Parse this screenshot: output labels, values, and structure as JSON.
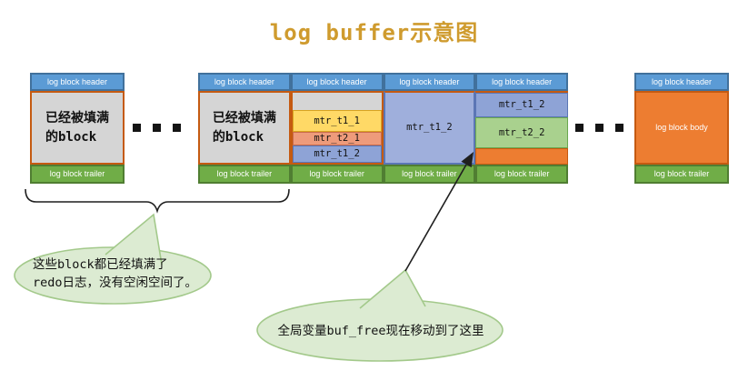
{
  "title": {
    "text": "log buffer示意图"
  },
  "labels": {
    "log_block_header": "log block header",
    "log_block_trailer": "log block trailer",
    "log_block_body": "log block body",
    "filled_block_line1": "已经被填满",
    "filled_block_line2": "的block",
    "mtr_t1_1": "mtr_t1_1",
    "mtr_t2_1": "mtr_t2_1",
    "mtr_t1_2": "mtr_t1_2",
    "mtr_t2_2": "mtr_t2_2"
  },
  "callouts": {
    "filled_note_line1": "这些block都已经填满了",
    "filled_note_line2": "redo日志，没有空闲空间了。",
    "buf_free_note": "全局变量buf_free现在移动到了这里"
  },
  "colors": {
    "title_color": "#CF9B2E",
    "header_fill": "#5B9BD5",
    "header_border": "#41719C",
    "trailer_fill": "#70AD47",
    "trailer_border": "#507E32",
    "filled_fill": "#D5D5D5",
    "filled_border": "#C55A11",
    "mtr_t1_1_fill": "#FFD966",
    "mtr_t1_1_border": "#D8A420",
    "mtr_t2_1_fill": "#EE9B7B",
    "mtr_t2_1_border": "#C96A4A",
    "mtr_t1_2_fill": "#8EA3D6",
    "mtr_t1_2_border": "#5B76B5",
    "mtr_t1_2_big_fill": "#9FAFDC",
    "mtr_t2_2_fill": "#A9D18E",
    "mtr_t2_2_border": "#6AA84F",
    "free_fill": "#ED7D31",
    "free_border": "#C55A11",
    "bubble_fill": "#DCEBD2",
    "bubble_border": "#A3C98B",
    "ink": "#1F1F1F"
  }
}
